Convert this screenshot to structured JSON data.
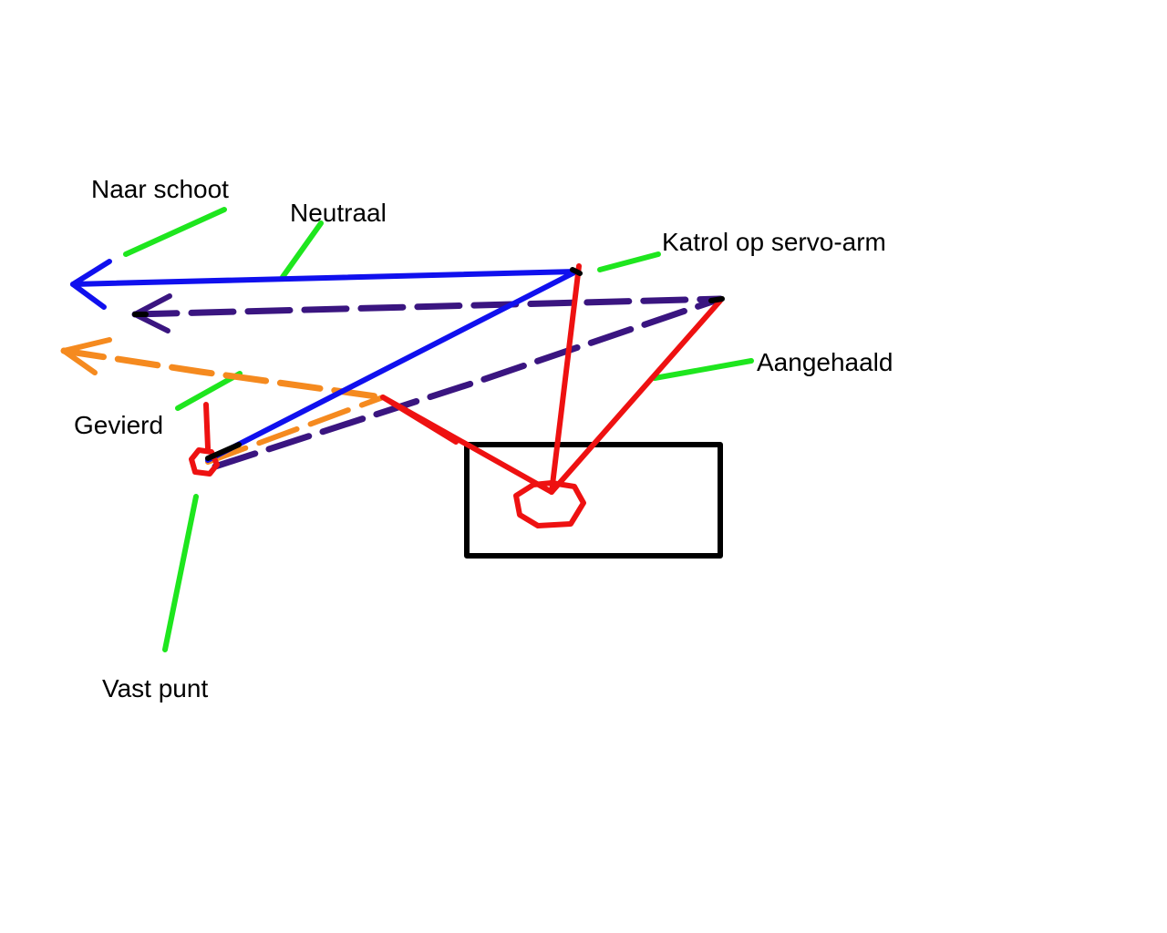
{
  "labels": {
    "naar_schoot": "Naar schoot",
    "neutraal": "Neutraal",
    "katrol": "Katrol op servo-arm",
    "aangehaald": "Aangehaald",
    "gevierd": "Gevierd",
    "vast_punt": "Vast punt"
  },
  "colors": {
    "neutraal_line": "#1010ee",
    "aangehaald_line": "#3a1580",
    "gevierd_line": "#f58a1f",
    "servo_arm": "#ee1111",
    "leader": "#1ee61e",
    "outline": "#000000"
  }
}
